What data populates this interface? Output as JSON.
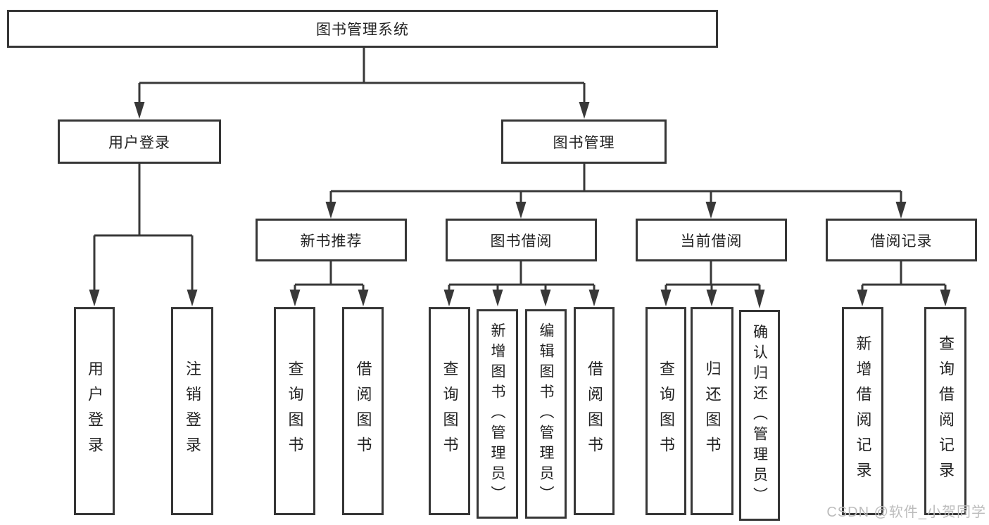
{
  "diagram": {
    "root": {
      "label": "图书管理系统"
    },
    "branches": [
      {
        "label": "用户登录",
        "children": [
          {
            "label": "用户登录"
          },
          {
            "label": "注销登录"
          }
        ]
      },
      {
        "label": "图书管理",
        "children": [
          {
            "label": "新书推荐",
            "children": [
              {
                "label": "查询图书"
              },
              {
                "label": "借阅图书"
              }
            ]
          },
          {
            "label": "图书借阅",
            "children": [
              {
                "label": "查询图书"
              },
              {
                "label": "新增图书（管理员）"
              },
              {
                "label": "编辑图书（管理员）"
              },
              {
                "label": "借阅图书"
              }
            ]
          },
          {
            "label": "当前借阅",
            "children": [
              {
                "label": "查询图书"
              },
              {
                "label": "归还图书"
              },
              {
                "label": "确认归还（管理员）"
              }
            ]
          },
          {
            "label": "借阅记录",
            "children": [
              {
                "label": "新增借阅记录"
              },
              {
                "label": "查询借阅记录"
              }
            ]
          }
        ]
      }
    ]
  },
  "watermark": {
    "text": "CSDN @软件_小贺同学"
  },
  "colors": {
    "line": "#383838",
    "box_border": "#363636",
    "text": "#222222",
    "watermark": "#bcbcbc",
    "background": "#ffffff"
  }
}
